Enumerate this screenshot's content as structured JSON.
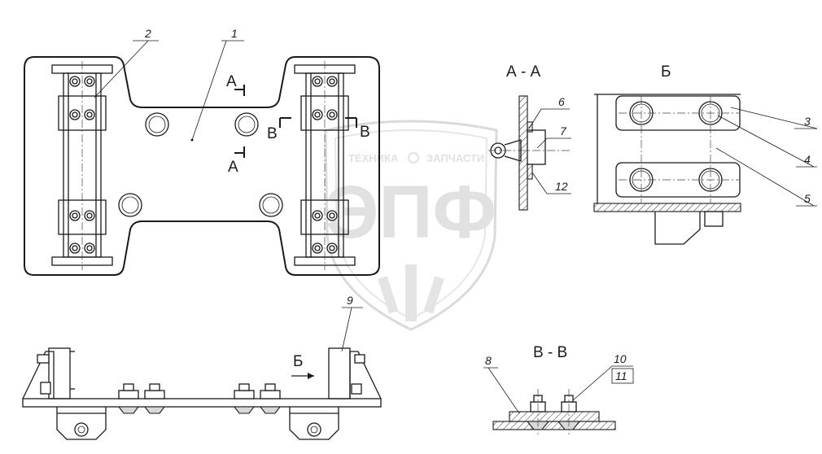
{
  "labels": {
    "l1": "1",
    "l2": "2",
    "l3": "3",
    "l4": "4",
    "l5": "5",
    "l6": "6",
    "l7": "7",
    "l8": "8",
    "l9": "9",
    "l10": "10",
    "l11": "11",
    "l12": "12"
  },
  "sections": {
    "aa": "А - А",
    "b": "Б",
    "vv": "В - В"
  },
  "marks": {
    "a": "А",
    "v": "В",
    "b": "Б"
  },
  "watermark": {
    "top_text_left": "ТЕХНИКА",
    "top_text_right": "ЗАПЧАСТИ",
    "logo": "ЭПФ"
  }
}
